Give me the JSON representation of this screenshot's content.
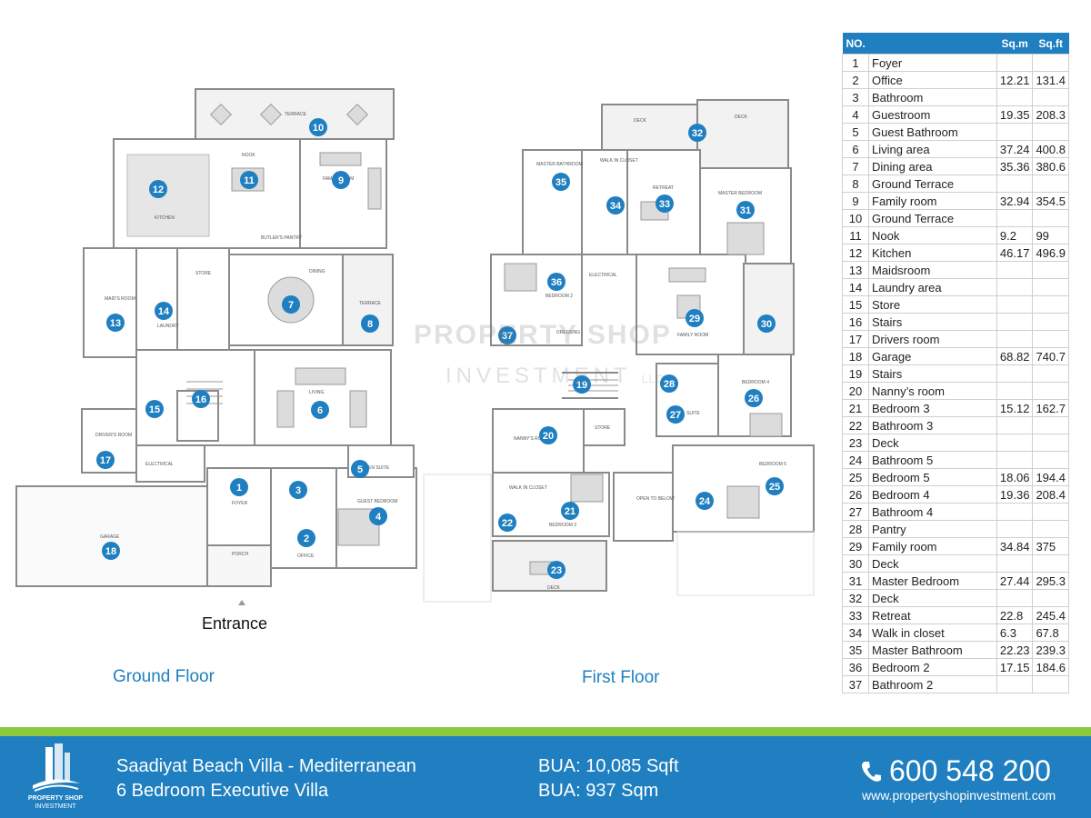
{
  "floors": {
    "ground": "Ground Floor",
    "first": "First Floor",
    "entrance": "Entrance"
  },
  "watermark": {
    "line1": "PROPERTY SHOP",
    "line2": "INVESTMENT",
    "suffix": "LLC"
  },
  "room_labels": {
    "terrace": "TERRACE",
    "nook": "NOOK",
    "kitchen": "KITCHEN",
    "family": "FAMILY ROOM",
    "butlers": "BUTLER'S PANTRY",
    "dining": "DINING",
    "terrace2": "TERRACE",
    "store": "STORE",
    "maids": "MAID'S ROOM",
    "laundry": "LAUNDRY",
    "living": "LIVING",
    "drivers": "DRIVER'S ROOM",
    "electrical": "ELECTRICAL",
    "foyer": "FOYER",
    "ensuite": "EN SUITE",
    "guest": "GUEST BEDROOM",
    "office": "OFFICE",
    "porch": "PORCH",
    "garage": "GARAGE",
    "deck": "DECK",
    "masterbath": "MASTER BATHROOM",
    "walkin": "WALK IN CLOSET",
    "retreat": "RETREAT",
    "masterbed": "MASTER BEDROOM",
    "bed2": "BEDROOM 2",
    "elec2": "ELECTRICAL",
    "dressing": "DRESSING",
    "famroom": "FAMILY ROOM",
    "bed4": "BEDROOM 4",
    "suite": "SUITE",
    "nannys": "NANNY'S ROOM",
    "bed5": "BEDROOM 5",
    "walkin2": "WALK IN CLOSET",
    "bed3": "BEDROOM 3",
    "open": "OPEN TO BELOW"
  },
  "legend": {
    "headers": {
      "no": "NO.",
      "sqm": "Sq.m",
      "sqft": "Sq.ft"
    },
    "rows": [
      {
        "no": "1",
        "name": "Foyer",
        "sqm": "",
        "sqft": ""
      },
      {
        "no": "2",
        "name": "Office",
        "sqm": "12.21",
        "sqft": "131.4"
      },
      {
        "no": "3",
        "name": "Bathroom",
        "sqm": "",
        "sqft": ""
      },
      {
        "no": "4",
        "name": "Guestroom",
        "sqm": "19.35",
        "sqft": "208.3"
      },
      {
        "no": "5",
        "name": "Guest Bathroom",
        "sqm": "",
        "sqft": ""
      },
      {
        "no": "6",
        "name": "Living area",
        "sqm": "37.24",
        "sqft": "400.8"
      },
      {
        "no": "7",
        "name": "Dining area",
        "sqm": "35.36",
        "sqft": "380.6"
      },
      {
        "no": "8",
        "name": "Ground Terrace",
        "sqm": "",
        "sqft": ""
      },
      {
        "no": "9",
        "name": "Family room",
        "sqm": "32.94",
        "sqft": "354.5"
      },
      {
        "no": "10",
        "name": "Ground Terrace",
        "sqm": "",
        "sqft": ""
      },
      {
        "no": "11",
        "name": "Nook",
        "sqm": "9.2",
        "sqft": "99"
      },
      {
        "no": "12",
        "name": "Kitchen",
        "sqm": "46.17",
        "sqft": "496.9"
      },
      {
        "no": "13",
        "name": "Maidsroom",
        "sqm": "",
        "sqft": ""
      },
      {
        "no": "14",
        "name": "Laundry area",
        "sqm": "",
        "sqft": ""
      },
      {
        "no": "15",
        "name": "Store",
        "sqm": "",
        "sqft": ""
      },
      {
        "no": "16",
        "name": "Stairs",
        "sqm": "",
        "sqft": ""
      },
      {
        "no": "17",
        "name": "Drivers room",
        "sqm": "",
        "sqft": ""
      },
      {
        "no": "18",
        "name": "Garage",
        "sqm": "68.82",
        "sqft": "740.7"
      },
      {
        "no": "19",
        "name": "Stairs",
        "sqm": "",
        "sqft": ""
      },
      {
        "no": "20",
        "name": "Nanny’s room",
        "sqm": "",
        "sqft": ""
      },
      {
        "no": "21",
        "name": "Bedroom 3",
        "sqm": "15.12",
        "sqft": "162.7"
      },
      {
        "no": "22",
        "name": "Bathroom 3",
        "sqm": "",
        "sqft": ""
      },
      {
        "no": "23",
        "name": "Deck",
        "sqm": "",
        "sqft": ""
      },
      {
        "no": "24",
        "name": "Bathroom 5",
        "sqm": "",
        "sqft": ""
      },
      {
        "no": "25",
        "name": "Bedroom 5",
        "sqm": "18.06",
        "sqft": "194.4"
      },
      {
        "no": "26",
        "name": "Bedroom 4",
        "sqm": "19.36",
        "sqft": "208.4"
      },
      {
        "no": "27",
        "name": "Bathroom 4",
        "sqm": "",
        "sqft": ""
      },
      {
        "no": "28",
        "name": "Pantry",
        "sqm": "",
        "sqft": ""
      },
      {
        "no": "29",
        "name": "Family room",
        "sqm": "34.84",
        "sqft": "375"
      },
      {
        "no": "30",
        "name": "Deck",
        "sqm": "",
        "sqft": ""
      },
      {
        "no": "31",
        "name": "Master Bedroom",
        "sqm": "27.44",
        "sqft": "295.3"
      },
      {
        "no": "32",
        "name": "Deck",
        "sqm": "",
        "sqft": ""
      },
      {
        "no": "33",
        "name": "Retreat",
        "sqm": "22.8",
        "sqft": "245.4"
      },
      {
        "no": "34",
        "name": "Walk in closet",
        "sqm": "6.3",
        "sqft": "67.8"
      },
      {
        "no": "35",
        "name": "Master Bathroom",
        "sqm": "22.23",
        "sqft": "239.3"
      },
      {
        "no": "36",
        "name": "Bedroom 2",
        "sqm": "17.15",
        "sqft": "184.6"
      },
      {
        "no": "37",
        "name": "Bathroom 2",
        "sqm": "",
        "sqft": ""
      }
    ]
  },
  "footer": {
    "title1": "Saadiyat Beach Villa - Mediterranean",
    "title2": "6 Bedroom Executive Villa",
    "bua_sqft": "BUA: 10,085 Sqft",
    "bua_sqm": "BUA: 937 Sqm",
    "phone": "600 548 200",
    "website": "www.propertyshopinvestment.com",
    "logo_line1": "PROPERTY SHOP",
    "logo_line2": "INVESTMENT"
  },
  "colors": {
    "accent": "#1f7fc0",
    "green": "#8dc63f",
    "wall": "#8a8a8a"
  }
}
